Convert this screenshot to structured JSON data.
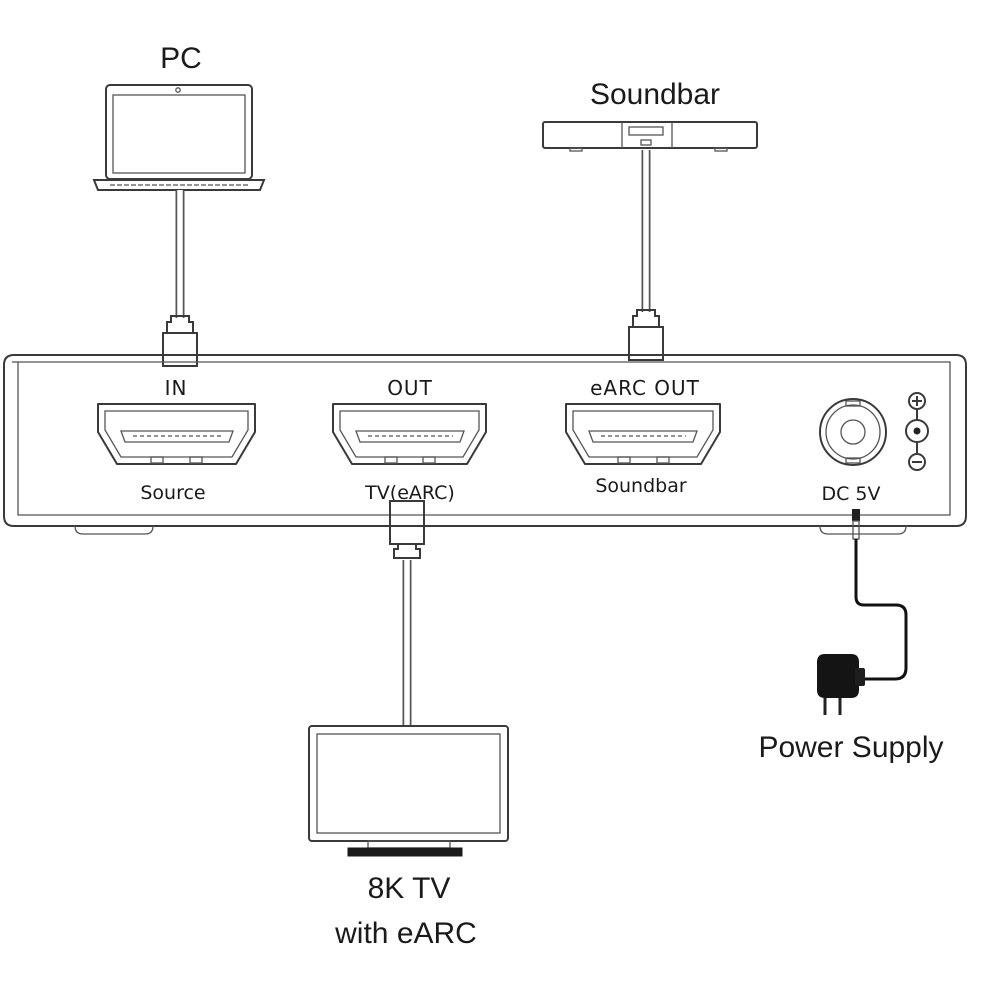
{
  "devices": {
    "pc_label": "PC",
    "soundbar_label": "Soundbar",
    "tv_label_line1": "8K TV",
    "tv_label_line2": "with eARC",
    "power_label": "Power Supply"
  },
  "panel": {
    "ports": [
      {
        "top_label": "IN",
        "bottom_label": "Source"
      },
      {
        "top_label": "OUT",
        "bottom_label": "TV(eARC)"
      },
      {
        "top_label": "eARC OUT",
        "bottom_label": "Soundbar"
      }
    ],
    "dc_label": "DC 5V"
  }
}
